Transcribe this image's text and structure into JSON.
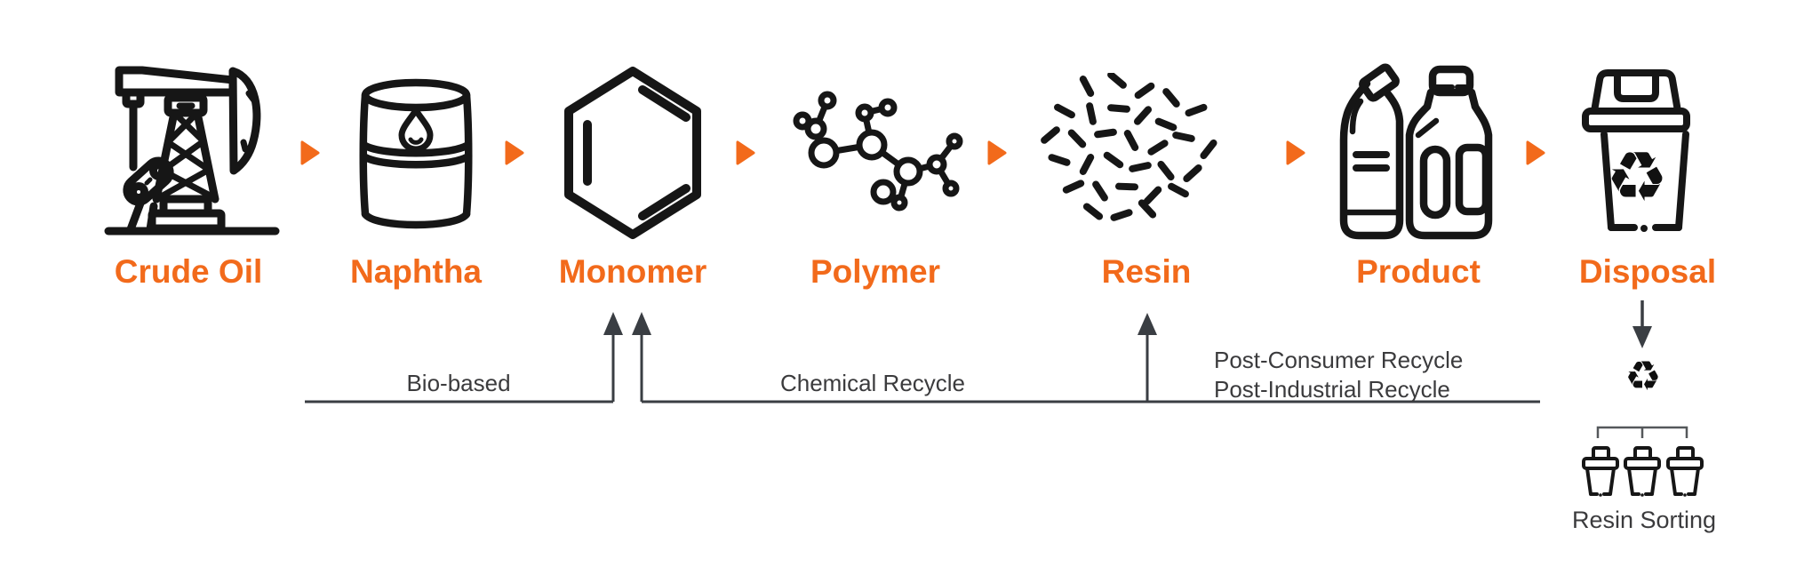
{
  "page": {
    "background": "#ffffff",
    "accent_color": "#F26A1B",
    "line_color": "#3A3E43"
  },
  "flow": {
    "stages": [
      {
        "label": "Crude Oil",
        "icon": "oil-pumpjack-icon"
      },
      {
        "label": "Naphtha",
        "icon": "oil-barrel-icon"
      },
      {
        "label": "Monomer",
        "icon": "benzene-ring-icon"
      },
      {
        "label": "Polymer",
        "icon": "molecule-icon"
      },
      {
        "label": "Resin",
        "icon": "plastic-pellets-icon"
      },
      {
        "label": "Product",
        "icon": "bottles-icon"
      },
      {
        "label": "Disposal",
        "icon": "recycling-bin-icon"
      }
    ]
  },
  "recycle_routes": {
    "bio_based": {
      "label": "Bio-based",
      "to": "Monomer"
    },
    "chemical": {
      "label": "Chemical Recycle",
      "to": "Monomer"
    },
    "post": {
      "line1": "Post-Consumer Recycle",
      "line2": "Post-Industrial Recycle",
      "to": "Resin"
    }
  },
  "sorting": {
    "recycle_symbol": "♻",
    "label": "Resin Sorting",
    "bin_count": 3
  }
}
